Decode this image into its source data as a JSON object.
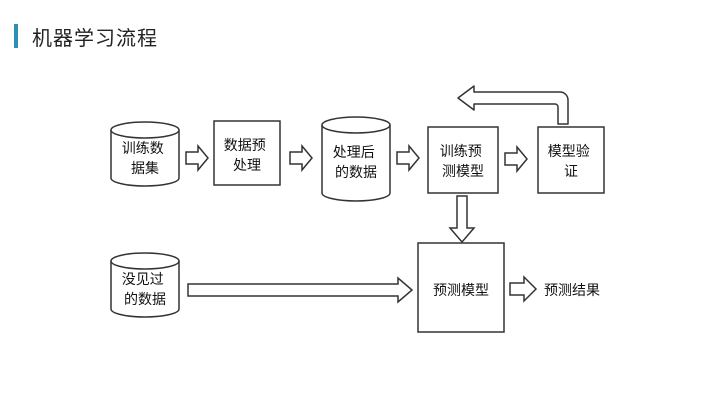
{
  "slide": {
    "title": "机器学习流程",
    "accent_color": "#2e8fb7"
  },
  "nodes": {
    "training_data": {
      "lines": [
        "训练数",
        "据集"
      ],
      "shape": "cylinder"
    },
    "preprocess": {
      "lines": [
        "数据预",
        "处理"
      ],
      "shape": "box"
    },
    "processed_data": {
      "lines": [
        "处理后",
        "的数据"
      ],
      "shape": "cylinder"
    },
    "train_model": {
      "lines": [
        "训练预",
        "测模型"
      ],
      "shape": "box"
    },
    "validate_model": {
      "lines": [
        "模型验",
        "证"
      ],
      "shape": "box"
    },
    "unseen_data": {
      "lines": [
        "没见过",
        "的数据"
      ],
      "shape": "cylinder"
    },
    "predict_model": {
      "lines": [
        "预测模型"
      ],
      "shape": "box"
    },
    "prediction_result": {
      "lines": [
        "预测结果"
      ],
      "shape": "text"
    }
  }
}
